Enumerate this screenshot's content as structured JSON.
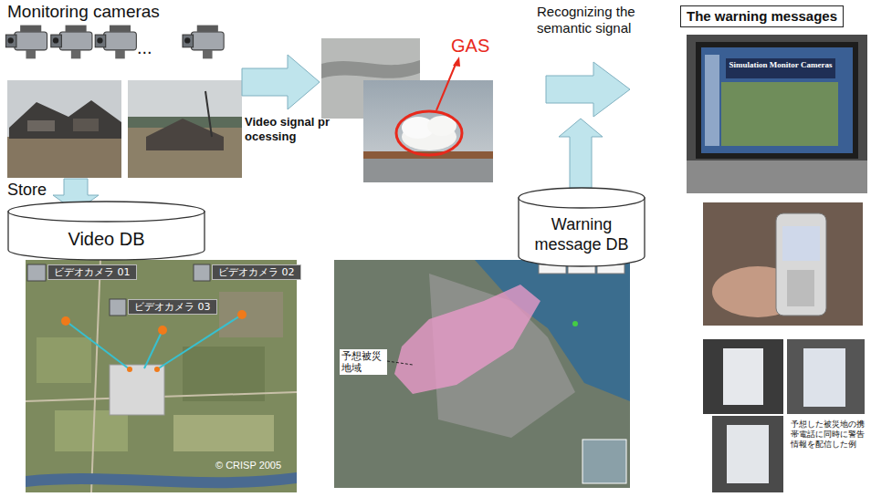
{
  "diagram": {
    "nodes": [
      {
        "text": [
          "The warning messages"
        ]
      },
      {
        "text": [
          "Video DB"
        ]
      },
      {
        "text": [
          "Warning message DB"
        ]
      },
      {
        "text": [
          "ビデオカメラ 01"
        ]
      },
      {
        "text": [
          "ビデオカメラ 02"
        ]
      },
      {
        "text": [
          "ビデオカメラ 03"
        ]
      }
    ],
    "labels": [
      "Monitoring cameras",
      "...",
      "Store",
      "Video signal processing",
      "GAS",
      "Recognizing the semantic signal",
      "Simulation Monitor Cameras",
      "© CRISP 2005",
      "予想被災地域",
      "予想した被災地の携帯電話に同時に警告情報を配信した例"
    ]
  }
}
